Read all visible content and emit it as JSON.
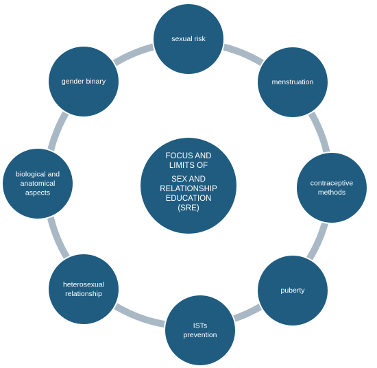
{
  "diagram": {
    "center": {
      "lines": [
        "FOCUS AND",
        "LIMITS OF",
        "SEX AND",
        "RELATIONSHIP",
        "EDUCATION",
        "(SRE)"
      ]
    },
    "nodes": [
      {
        "id": "sexual-risk",
        "lines": [
          "sexual risk"
        ]
      },
      {
        "id": "menstruation",
        "lines": [
          "menstruation"
        ]
      },
      {
        "id": "contraceptive-methods",
        "lines": [
          "contraceptive",
          "methods"
        ]
      },
      {
        "id": "puberty",
        "lines": [
          "puberty"
        ]
      },
      {
        "id": "ists-prevention",
        "lines": [
          "ISTs",
          "prevention"
        ]
      },
      {
        "id": "heterosexual-relationship",
        "lines": [
          "heterosexual",
          "relationship"
        ]
      },
      {
        "id": "biological-anatomical-aspects",
        "lines": [
          "biological and",
          "anatomical",
          "aspects"
        ]
      },
      {
        "id": "gender-binary",
        "lines": [
          "gender binary"
        ]
      }
    ],
    "colors": {
      "node_fill": "#1f5c80",
      "node_stroke": "#ffffff",
      "ring": "#a9b8c5",
      "text": "#ffffff"
    }
  }
}
